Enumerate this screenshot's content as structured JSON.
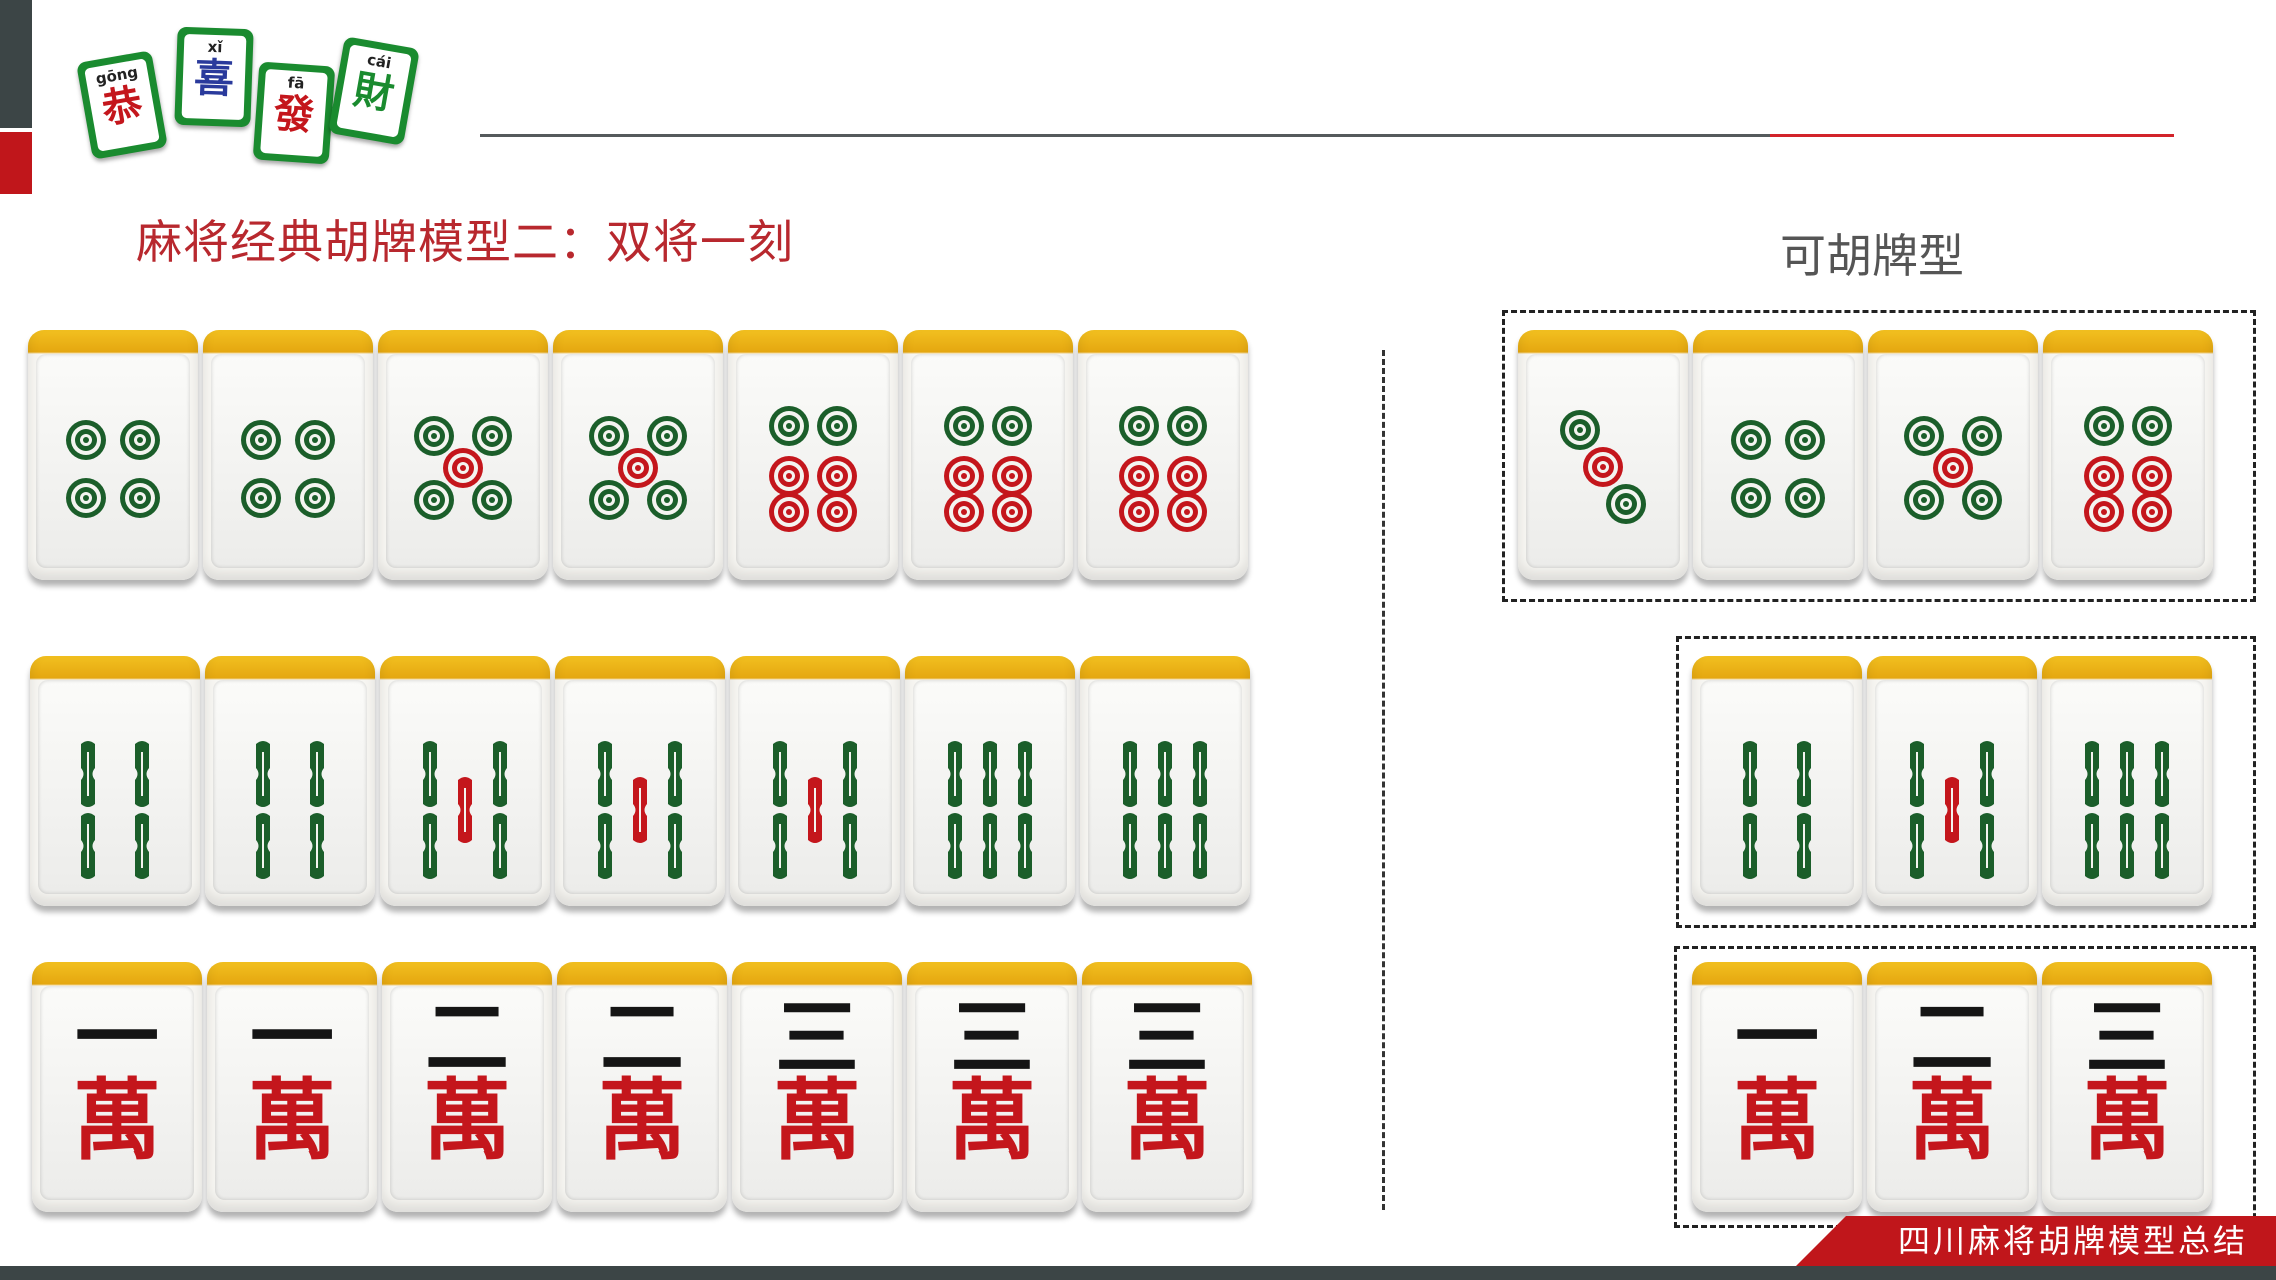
{
  "logo": [
    {
      "pinyin": "gōng",
      "hanzi": "恭",
      "color": "#c4161c"
    },
    {
      "pinyin": "xǐ",
      "hanzi": "喜",
      "color": "#2a3a9c"
    },
    {
      "pinyin": "fā",
      "hanzi": "發",
      "color": "#c4161c"
    },
    {
      "pinyin": "cái",
      "hanzi": "財",
      "color": "#1a8b2f"
    }
  ],
  "title": "麻将经典胡牌模型二：双将一刻",
  "subtitle": "可胡牌型",
  "footer": "四川麻将胡牌模型总结",
  "colors": {
    "accent_red": "#c0161b",
    "accent_dark": "#3c4546",
    "tile_green": "#1b5e2a",
    "tile_red": "#c4161c"
  },
  "hand": {
    "dots": [
      4,
      4,
      5,
      5,
      6,
      6,
      6
    ],
    "bamboo": [
      4,
      4,
      5,
      5,
      5,
      6,
      6
    ],
    "characters": [
      {
        "num": "一",
        "suit": "萬"
      },
      {
        "num": "一",
        "suit": "萬"
      },
      {
        "num": "二",
        "suit": "萬"
      },
      {
        "num": "二",
        "suit": "萬"
      },
      {
        "num": "三",
        "suit": "萬"
      },
      {
        "num": "三",
        "suit": "萬"
      },
      {
        "num": "三",
        "suit": "萬"
      }
    ]
  },
  "winning": {
    "dots": [
      3,
      4,
      5,
      6
    ],
    "bamboo": [
      4,
      5,
      6
    ],
    "characters": [
      {
        "num": "一",
        "suit": "萬"
      },
      {
        "num": "二",
        "suit": "萬"
      },
      {
        "num": "三",
        "suit": "萬"
      }
    ]
  }
}
